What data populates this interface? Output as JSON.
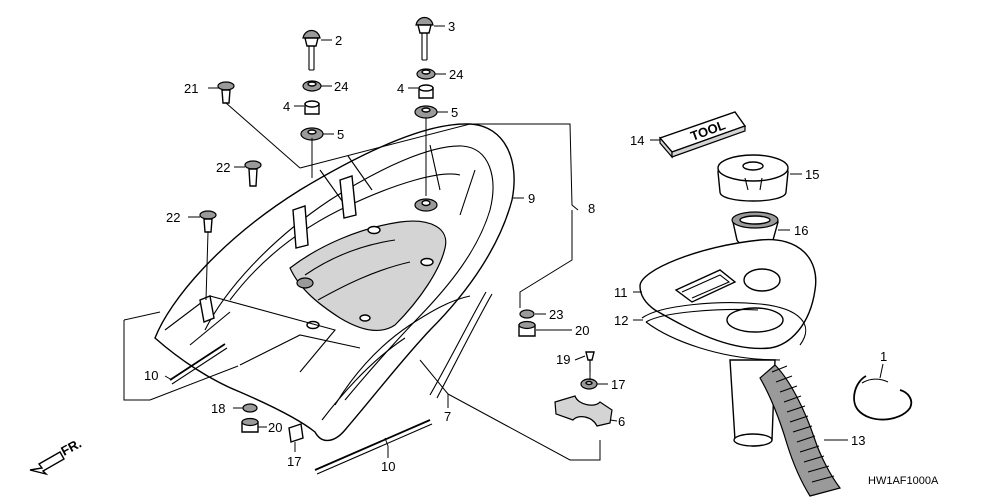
{
  "diagram": {
    "code": "HW1AF1000A",
    "front_label": "FR.",
    "tool_text": "TOOL",
    "callouts": [
      {
        "id": "c1",
        "text": "1"
      },
      {
        "id": "c2",
        "text": "2"
      },
      {
        "id": "c3",
        "text": "3"
      },
      {
        "id": "c4a",
        "text": "4"
      },
      {
        "id": "c4b",
        "text": "4"
      },
      {
        "id": "c5a",
        "text": "5"
      },
      {
        "id": "c5b",
        "text": "5"
      },
      {
        "id": "c6",
        "text": "6"
      },
      {
        "id": "c7",
        "text": "7"
      },
      {
        "id": "c8",
        "text": "8"
      },
      {
        "id": "c9",
        "text": "9"
      },
      {
        "id": "c10a",
        "text": "10"
      },
      {
        "id": "c10b",
        "text": "10"
      },
      {
        "id": "c11",
        "text": "11"
      },
      {
        "id": "c12",
        "text": "12"
      },
      {
        "id": "c13",
        "text": "13"
      },
      {
        "id": "c14",
        "text": "14"
      },
      {
        "id": "c15",
        "text": "15"
      },
      {
        "id": "c16",
        "text": "16"
      },
      {
        "id": "c17a",
        "text": "17"
      },
      {
        "id": "c17b",
        "text": "17"
      },
      {
        "id": "c18",
        "text": "18"
      },
      {
        "id": "c19",
        "text": "19"
      },
      {
        "id": "c20a",
        "text": "20"
      },
      {
        "id": "c20b",
        "text": "20"
      },
      {
        "id": "c21",
        "text": "21"
      },
      {
        "id": "c22a",
        "text": "22"
      },
      {
        "id": "c22b",
        "text": "22"
      },
      {
        "id": "c23",
        "text": "23"
      },
      {
        "id": "c24a",
        "text": "24"
      },
      {
        "id": "c24b",
        "text": "24"
      }
    ]
  }
}
